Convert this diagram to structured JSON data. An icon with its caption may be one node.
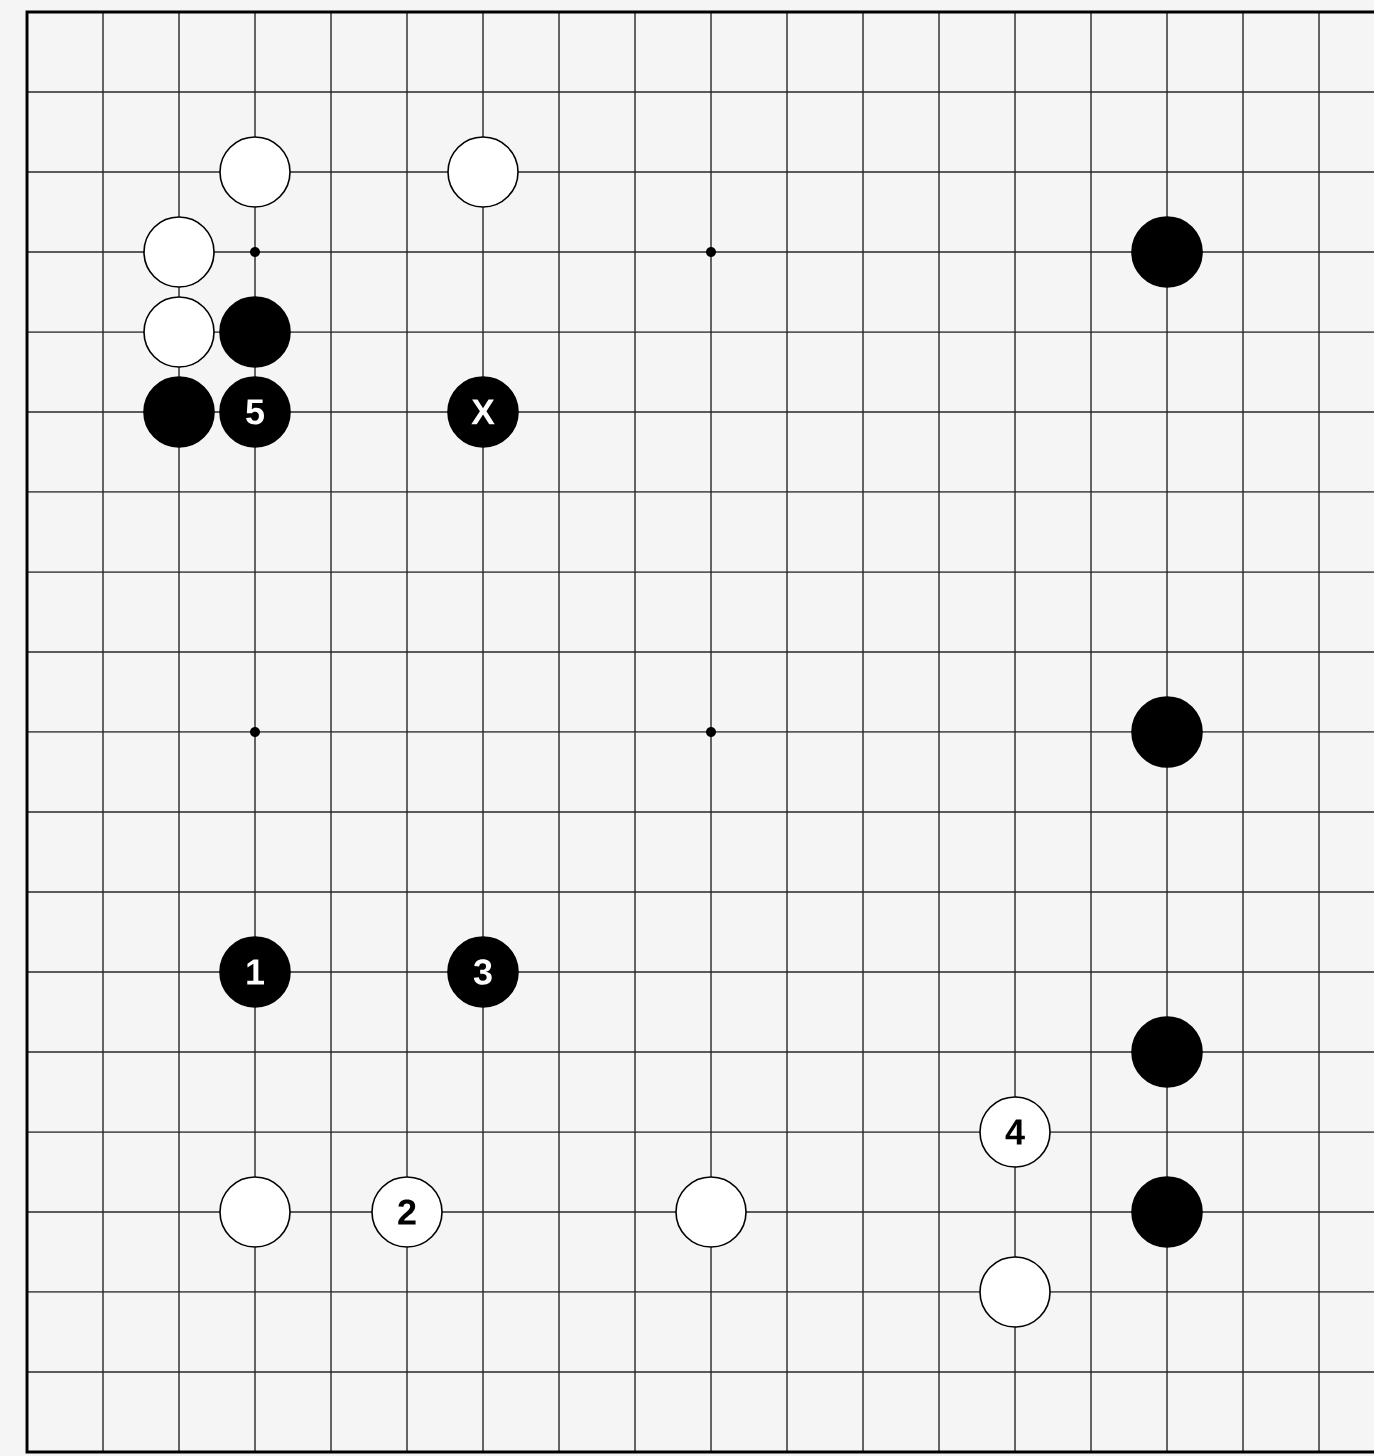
{
  "diagram": {
    "nodes": [
      {
        "text": [],
        "shape": "circle"
      },
      {
        "text": [],
        "shape": "circle"
      },
      {
        "text": [],
        "shape": "circle"
      },
      {
        "text": [],
        "shape": "circle"
      },
      {
        "text": [],
        "shape": "circle"
      },
      {
        "text": [],
        "shape": "circle"
      },
      {
        "text": [],
        "shape": "circle"
      },
      {
        "text": [
          "5"
        ]
      },
      {
        "text": [
          "X"
        ]
      },
      {
        "text": [],
        "shape": "circle"
      },
      {
        "text": [
          "1"
        ]
      },
      {
        "text": [
          "3"
        ]
      },
      {
        "text": [],
        "shape": "circle"
      },
      {
        "text": [
          "4"
        ]
      },
      {
        "text": [],
        "shape": "circle"
      },
      {
        "text": [
          "2"
        ]
      },
      {
        "text": [],
        "shape": "circle"
      },
      {
        "text": [],
        "shape": "circle"
      },
      {
        "text": [],
        "shape": "circle"
      }
    ]
  }
}
